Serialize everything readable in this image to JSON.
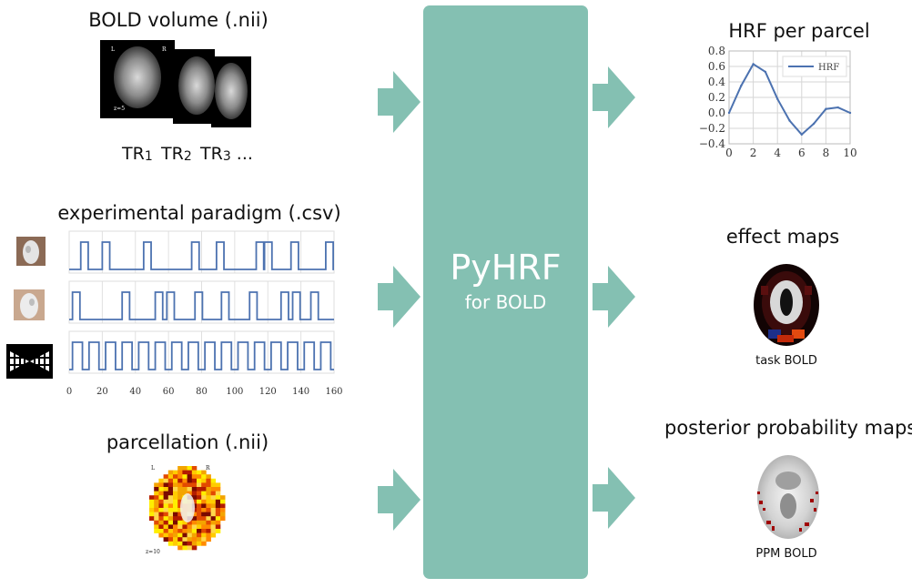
{
  "center": {
    "title": "PyHRF",
    "subtitle": "for BOLD"
  },
  "inputs": {
    "bold": {
      "title": "BOLD volume (.nii)",
      "tr_prefix": "TR",
      "tr_labels": [
        "1",
        "2",
        "3"
      ],
      "tr_suffix": "...",
      "slice_text": "z=5",
      "left_marker": "L",
      "right_marker": "R"
    },
    "paradigm": {
      "title": "experimental paradigm (.csv)"
    },
    "parcellation": {
      "title": "parcellation (.nii)",
      "slice_text": "z=10",
      "left_marker": "L",
      "right_marker": "R"
    }
  },
  "outputs": {
    "hrf": {
      "title": "HRF per parcel"
    },
    "effect": {
      "title": "effect maps",
      "caption": "task BOLD"
    },
    "ppm": {
      "title": "posterior probability maps",
      "caption": "PPM BOLD"
    }
  },
  "colors": {
    "center": "#84c0b2",
    "arrow": "#84c0b2",
    "line": "#4c72b0"
  },
  "chart_data": [
    {
      "type": "line",
      "title": "",
      "xlabel": "",
      "ylabel": "",
      "x": [
        0,
        1,
        2,
        3,
        4,
        5,
        6,
        7,
        8,
        9,
        10
      ],
      "series": [
        {
          "name": "HRF",
          "values": [
            0.0,
            0.35,
            0.63,
            0.53,
            0.18,
            -0.1,
            -0.28,
            -0.14,
            0.05,
            0.07,
            0.0
          ]
        }
      ],
      "xlim": [
        0,
        10
      ],
      "ylim": [
        -0.4,
        0.8
      ],
      "xticks": [
        "0",
        "2",
        "4",
        "6",
        "8",
        "10"
      ],
      "yticks": [
        "0.8",
        "0.6",
        "0.4",
        "0.2",
        "0.0",
        "−0.2",
        "−0.4"
      ],
      "grid": true,
      "legend": "top-right"
    },
    {
      "type": "line",
      "title": "",
      "xlabel": "",
      "ylabel": "",
      "xlim": [
        0,
        160
      ],
      "xticks": [
        "0",
        "20",
        "40",
        "60",
        "80",
        "100",
        "120",
        "140",
        "160"
      ],
      "grid": true,
      "rows": [
        {
          "onsets": [
            7,
            20,
            45,
            74,
            89,
            113,
            118,
            134,
            155
          ],
          "duration": 4.5
        },
        {
          "onsets": [
            2,
            32,
            52,
            59,
            76,
            92,
            109,
            128,
            135,
            146
          ],
          "duration": 4.5
        },
        {
          "onsets": [
            2,
            12,
            22,
            32,
            42,
            52,
            62,
            72,
            82,
            92,
            102,
            112,
            122,
            132,
            142,
            152
          ],
          "duration": 6
        }
      ]
    }
  ]
}
